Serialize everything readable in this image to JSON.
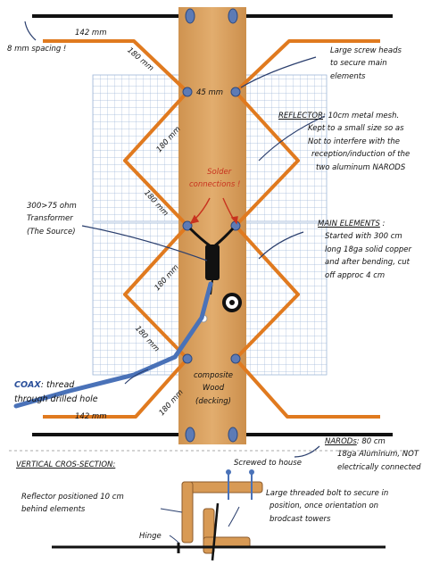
{
  "dims": {
    "top_142": "142 mm",
    "top_180": "180 mm",
    "center_45": "45 mm",
    "mid_180a": "180 mm",
    "mid_180b": "180 mm",
    "low_180a": "180 mm",
    "low_180b": "180 mm",
    "bottom_180": "180 mm",
    "bottom_142": "142 mm"
  },
  "notes": {
    "spacing": "8 mm spacing !",
    "screw_heads": [
      "Large screw heads",
      "to secure main",
      "elements"
    ],
    "reflector_title": "REFLECTOR",
    "reflector_text": [
      ": 10cm metal mesh.",
      "Kept to a small size so as",
      "Not to interfere with the",
      "reception/induction of the",
      "two aluminum NARODS"
    ],
    "solder": [
      "Solder",
      "connections !"
    ],
    "transformer": [
      "300>75 ohm",
      "Transformer",
      "(The Source)"
    ],
    "main_title": "MAIN ELEMENTS",
    "main_text": [
      " :",
      "Started with 300 cm",
      "long 18ga solid copper",
      "and after bending, cut",
      "off approc 4 cm"
    ],
    "coax_title": "COAX",
    "coax_text": [
      ": thread",
      "through drilled hole"
    ],
    "wood": [
      "composite",
      "Wood",
      "(decking)"
    ],
    "narods_title": "NARODs",
    "narods_text": [
      ": 80 cm",
      "18ga Aluminum, NOT",
      "electrically connected"
    ]
  },
  "section": {
    "title": "VERTICAL CROS-SECTION:",
    "screwed": "Screwed to house",
    "reflector_pos": [
      "Reflector positioned 10 cm",
      "behind elements"
    ],
    "bolt": [
      "Large threaded bolt to secure in",
      "position, once orientation on",
      "brodcast towers"
    ],
    "hinge": "Hinge"
  },
  "colors": {
    "wood": "#d9a15f",
    "element": "#e07a1f",
    "rod": "#111111",
    "screw": "#5d7bb5",
    "coax": "#4a72b8",
    "mesh": "#9fb6d8",
    "annotation": "#c8321e"
  }
}
